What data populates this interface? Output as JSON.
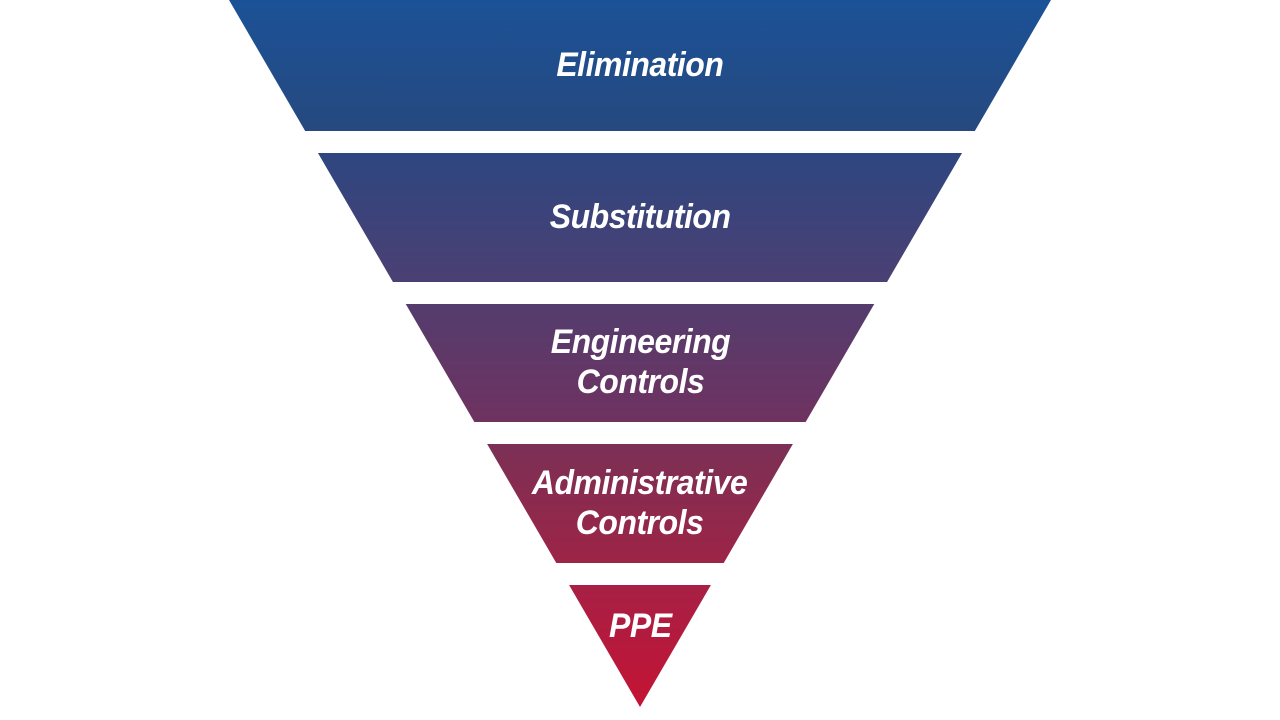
{
  "diagram": {
    "name": "Hierarchy of Controls funnel",
    "background": "#FFFFFF",
    "text_color": "#FFFFFF"
  },
  "bands": [
    {
      "label": "Elimination",
      "lines": [
        "Elimination"
      ],
      "color_top": "#1B5297",
      "color_bottom": "#26497F"
    },
    {
      "label": "Substitution",
      "lines": [
        "Substitution"
      ],
      "color_top": "#2E4680",
      "color_bottom": "#4B4073"
    },
    {
      "label": "Engineering Controls",
      "lines": [
        "Engineering",
        "Controls"
      ],
      "color_top": "#533D6E",
      "color_bottom": "#6F3260"
    },
    {
      "label": "Administrative Controls",
      "lines": [
        "Administrative",
        "Controls"
      ],
      "color_top": "#7B3056",
      "color_bottom": "#9D2446"
    },
    {
      "label": "PPE",
      "lines": [
        "PPE"
      ],
      "color_top": "#A72045",
      "color_bottom": "#C41334"
    }
  ]
}
